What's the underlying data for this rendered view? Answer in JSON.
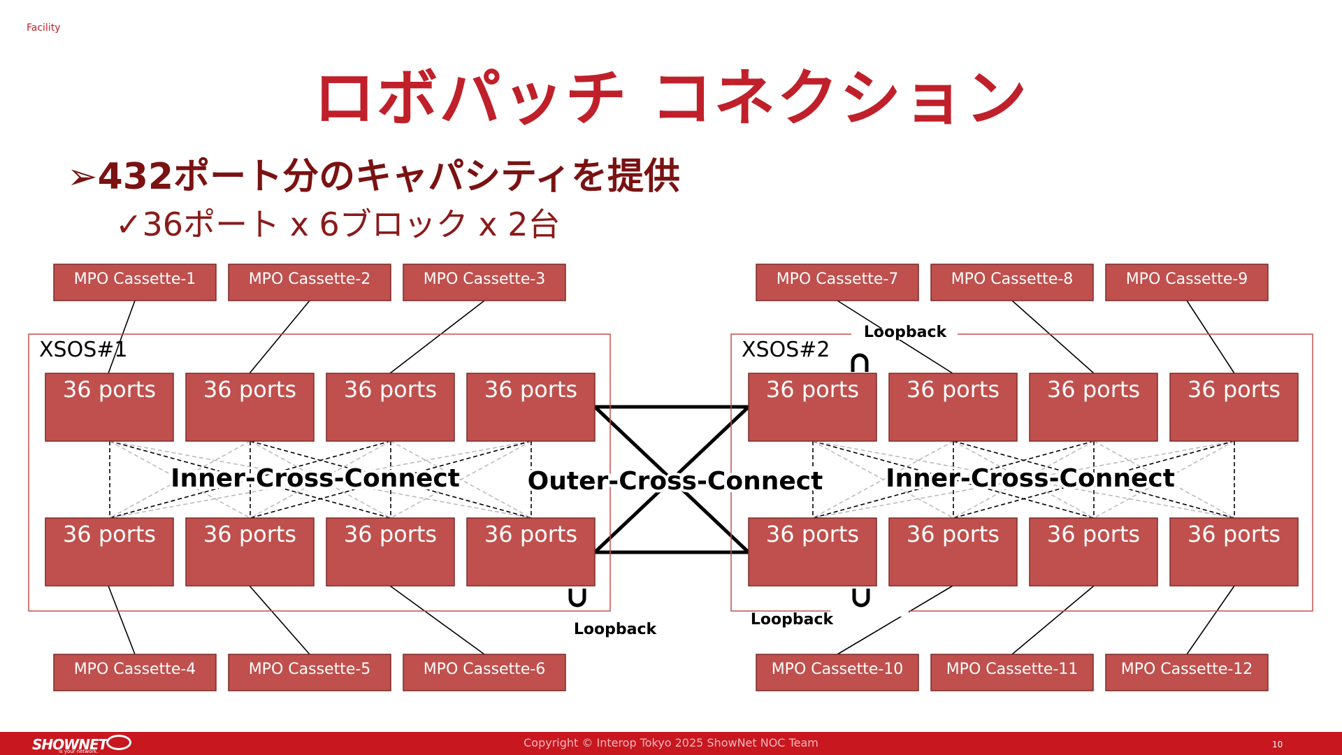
{
  "header": {
    "facility": "Facility"
  },
  "title": "ロボパッチ コネクション",
  "bullets": {
    "main": "➢432ポート分のキャパシティを提供",
    "sub": "✓36ポート x 6ブロック x 2台"
  },
  "diagram": {
    "port_label": "36 ports",
    "xsos1_label": "XSOS#1",
    "xsos2_label": "XSOS#2",
    "inner_label": "Inner-Cross-Connect",
    "outer_label": "Outer-Cross-Connect",
    "loopback_label": "Loopback",
    "cassettes": [
      "MPO Cassette-1",
      "MPO Cassette-2",
      "MPO Cassette-3",
      "MPO Cassette-4",
      "MPO Cassette-5",
      "MPO Cassette-6",
      "MPO Cassette-7",
      "MPO Cassette-8",
      "MPO Cassette-9",
      "MPO Cassette-10",
      "MPO Cassette-11",
      "MPO Cassette-12"
    ],
    "colors": {
      "box": "#c0504d",
      "box_border": "#7a2a2a",
      "frame": "#c0504d",
      "brand": "#c8171f"
    }
  },
  "footer": {
    "logo": "SHOWNET",
    "logo_tagline": "is your network.",
    "copyright": "Copyright © Interop Tokyo 2025 ShowNet NOC Team",
    "page_number": "10"
  }
}
